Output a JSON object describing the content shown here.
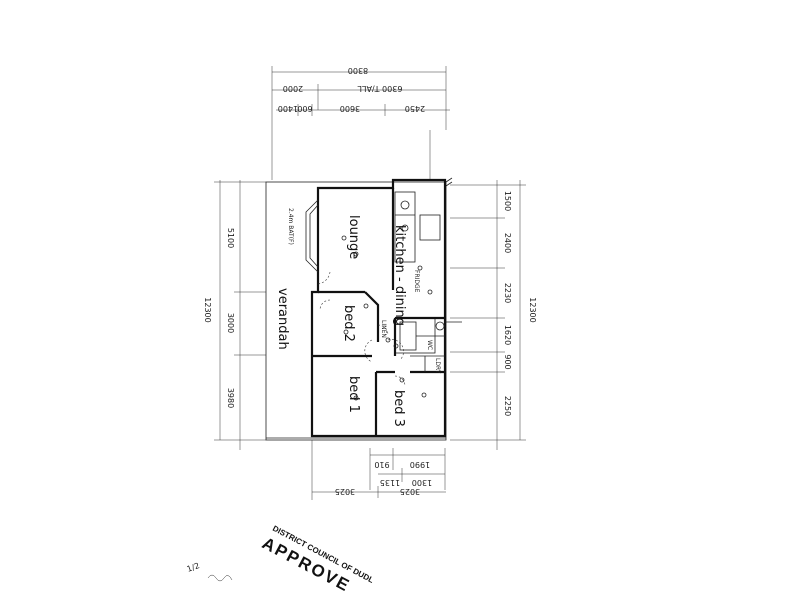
{
  "rooms": {
    "lounge": "lounge",
    "kitchen_dining": "kitchen - dining",
    "bed2": "bed 2",
    "bed1": "bed 1",
    "bed3": "bed 3",
    "verandah": "verandah"
  },
  "dims": {
    "top_overall": "8300",
    "top_wall": "6300 T/ALL",
    "top_left": "2000",
    "top_seg1": "1400",
    "top_seg2": "600",
    "top_seg3": "3600",
    "top_seg4": "2450",
    "left_overall": "12300",
    "left_seg1": "5100",
    "left_seg2": "3000",
    "left_seg3": "3980",
    "right_overall": "12300",
    "right_seg1": "1500",
    "right_seg2": "2400",
    "right_seg3": "2230",
    "right_seg4": "1620",
    "right_seg5": "900",
    "right_seg6": "2250",
    "bottom_seg1": "910",
    "bottom_seg2": "1990",
    "bottom_seg3": "1135",
    "bottom_seg4": "1300",
    "bottom_left": "3025",
    "bottom_right": "3025"
  },
  "notes": {
    "ceiling": "2.4m  BAT(F)",
    "fridge": "FRIDGE",
    "linen": "LINEN",
    "wc": "WC",
    "ldry": "LDRY"
  },
  "stamp": {
    "council": "DISTRICT COUNCIL OF DUDL",
    "approved": "APPROVE"
  },
  "signature": "1/2"
}
